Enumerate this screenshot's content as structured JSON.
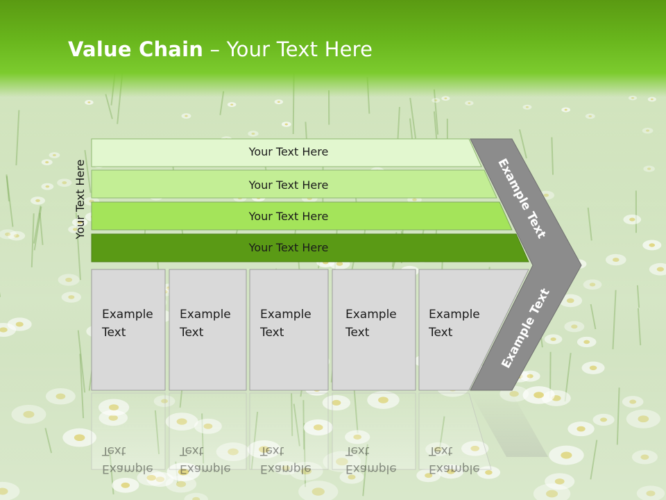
{
  "title": {
    "bold": "Value Chain",
    "rest": " – Your Text Here"
  },
  "side_label": "Your Text Here",
  "bars": [
    {
      "label": "Your Text Here",
      "color": "#e2f7cf"
    },
    {
      "label": "Your Text Here",
      "color": "#c3ee95"
    },
    {
      "label": "Your Text Here",
      "color": "#a4e45a"
    },
    {
      "label": "Your Text Here",
      "color": "#5a9a15"
    }
  ],
  "boxes": [
    {
      "line1": "Example",
      "line2": "Text"
    },
    {
      "line1": "Example",
      "line2": "Text"
    },
    {
      "line1": "Example",
      "line2": "Text"
    },
    {
      "line1": "Example",
      "line2": "Text"
    },
    {
      "line1": "Example",
      "line2": "Text"
    }
  ],
  "chevron": {
    "upper": "Example Text",
    "lower": "Example Text",
    "color": "#8c8c8c"
  },
  "colors": {
    "header": "#68b51c",
    "box": "#d9d9d9"
  }
}
